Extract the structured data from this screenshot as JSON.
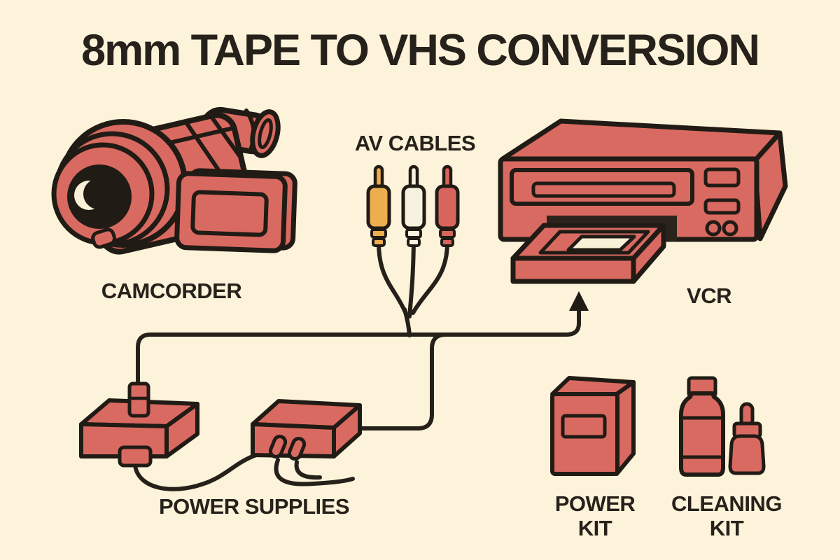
{
  "title": "8mm TAPE TO VHS CONVERSION",
  "labels": {
    "camcorder": "CAMCORDER",
    "av_cables": "AV CABLES",
    "vcr": "VCR",
    "power_supplies": "POWER SUPPLIES",
    "power_kit": "POWER\nKIT",
    "cleaning_kit": "CLEANING\nKIT"
  },
  "colors": {
    "background": "#fdf3da",
    "device_red": "#d96a61",
    "rca_yellow": "#ecae4e",
    "rca_white": "#f7f1df",
    "rca_red": "#d8655d",
    "outline": "#211b15",
    "wire": "#26201a",
    "slot_dark": "#2b241c",
    "screen_cream": "#f9f0d8",
    "text": "#27211b"
  }
}
